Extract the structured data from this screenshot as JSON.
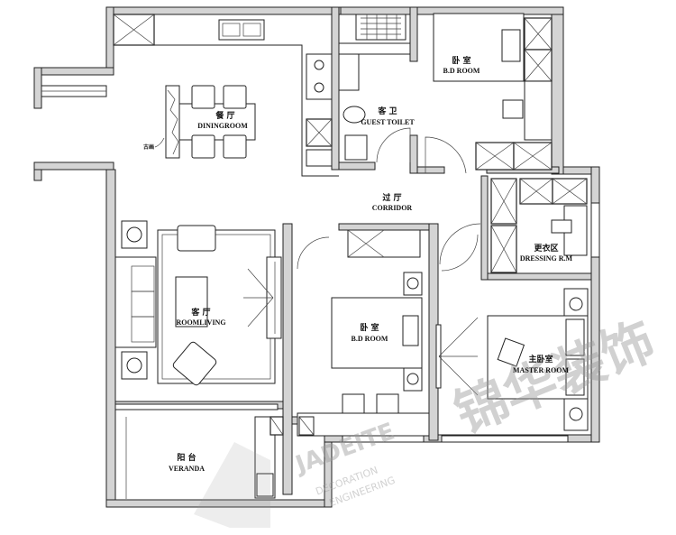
{
  "rooms": {
    "dining": {
      "zh": "餐 厅",
      "en": "DININGROOM"
    },
    "guest_toilet": {
      "zh": "客 卫",
      "en": "GUEST TOILET"
    },
    "bedroom_north": {
      "zh": "卧 室",
      "en": "B.D ROOM"
    },
    "corridor": {
      "zh": "过 厅",
      "en": "CORRIDOR"
    },
    "dressing": {
      "zh": "更衣区",
      "en": "DRESSING R.M"
    },
    "living": {
      "zh": "客 厅",
      "en": "ROOMLIVING"
    },
    "bedroom_middle": {
      "zh": "卧 室",
      "en": "B.D ROOM"
    },
    "master": {
      "zh": "主卧室",
      "en": "MASTER ROOM"
    },
    "veranda": {
      "zh": "阳 台",
      "en": "VERANDA"
    }
  },
  "annotations": {
    "painting": "古画"
  },
  "watermark": {
    "zh": "锦华装饰",
    "en1": "JADEITE",
    "en2": "DECORATION",
    "en3": "ENGINEERING"
  }
}
